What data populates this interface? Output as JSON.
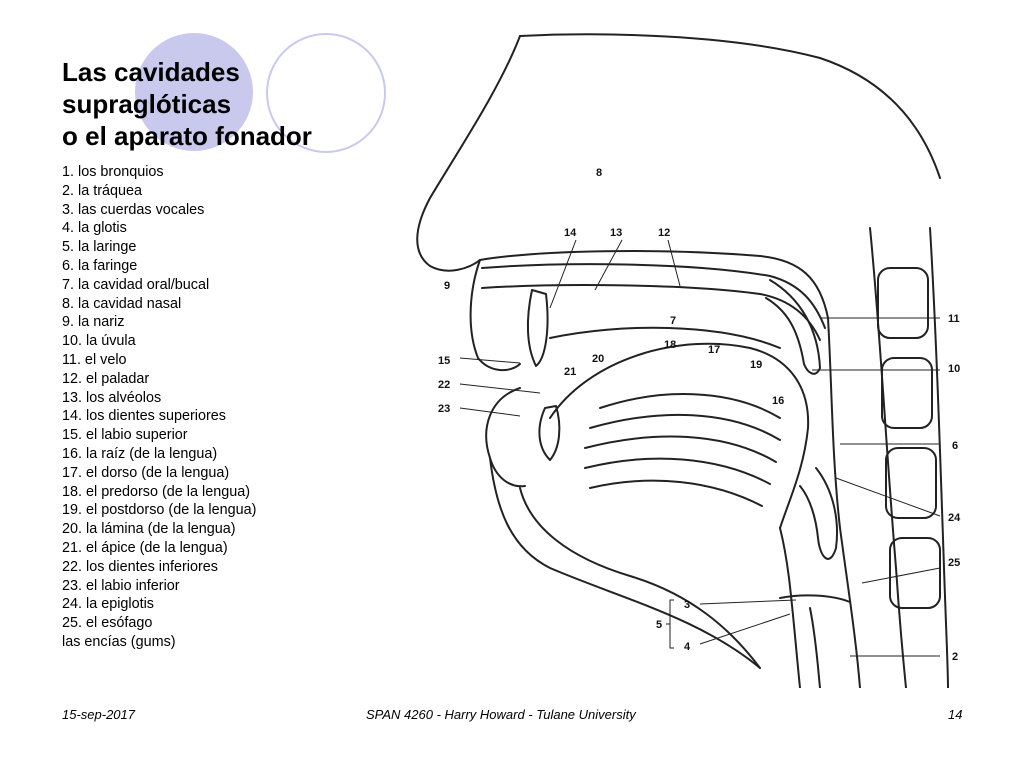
{
  "slide": {
    "title_lines": [
      "Las cavidades",
      "supraglóticas",
      "o el aparato fonador"
    ],
    "legend": [
      "1. los bronquios",
      "2. la tráquea",
      "3. las cuerdas vocales",
      "4. la glotis",
      "5. la laringe",
      "6. la faringe",
      "7. la cavidad oral/bucal",
      "8. la cavidad nasal",
      "9. la nariz",
      "10. la úvula",
      "11. el velo",
      "12. el paladar",
      "13. los alvéolos",
      "14. los dientes superiores",
      "15. el labio superior",
      "16. la raíz (de la lengua)",
      "17. el dorso (de la lengua)",
      "18. el predorso (de la lengua)",
      "19. el postdorso (de la lengua)",
      "20. la lámina (de la lengua)",
      "21. el ápice (de la lengua)",
      "22. los dientes inferiores",
      "23. el labio inferior",
      "24. la epiglotis",
      "25. el esófago",
      "las encías (gums)"
    ],
    "accent_color": "#c9c9ee"
  },
  "figure": {
    "labels": {
      "n8": "8",
      "n14": "14",
      "n13": "13",
      "n12": "12",
      "n9": "9",
      "n7": "7",
      "n11": "11",
      "n18": "18",
      "n17": "17",
      "n20": "20",
      "n19": "19",
      "n15": "15",
      "n10": "10",
      "n21": "21",
      "n22": "22",
      "n16": "16",
      "n23": "23",
      "n6": "6",
      "n24": "24",
      "n25": "25",
      "n3": "3",
      "n5": "5",
      "n4": "4",
      "n2": "2"
    }
  },
  "footer": {
    "date": "15-sep-2017",
    "course": "SPAN 4260 - Harry Howard - Tulane University",
    "page": "14"
  }
}
